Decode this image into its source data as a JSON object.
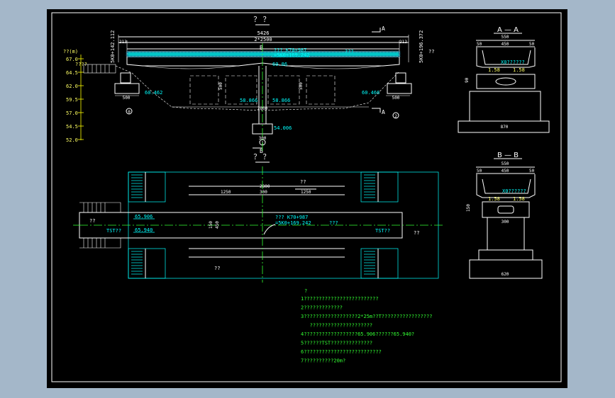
{
  "elevation": {
    "title": "？ ？",
    "total_length": "5426",
    "span_text": "2*2500",
    "left_end": "213",
    "right_end": "212",
    "left_station": "5K0+142.112",
    "right_station": "5K0+196.372",
    "right_label": "??",
    "scale_label": "??(m)",
    "scale_ticks": [
      "67.0",
      "64.5",
      "62.0",
      "59.5",
      "57.0",
      "54.5",
      "52.0"
    ],
    "section_a_top": "A",
    "section_a_bottom": "A",
    "section_b_top": "B",
    "section_b_bottom": "B",
    "road_label": "??? K70+987",
    "road_station": "=5K0+169.242",
    "deck_note": "???",
    "deck_sub": "60.86",
    "left_pier_height": "500",
    "right_pier_height": "500",
    "left_footing": "500",
    "right_footing": "500",
    "center_footing": "300",
    "center_width": "2800",
    "left_pier_elev": "58.866",
    "right_pier_elev": "58.866",
    "left_abut_elev": "60.462",
    "right_abut_elev": "60.466",
    "center_found_elev": "54.006",
    "label_left_num": "0",
    "label_right_num": "2",
    "label_center_num": "1",
    "left_marker": "????"
  },
  "plan": {
    "title": "？ ？",
    "left_width": "1250",
    "center_width": "2800",
    "center_sub": "300",
    "right_width": "1250",
    "elev_left_top": "65.906",
    "elev_left_bot": "65.940",
    "tst_left": "TST??",
    "tst_right": "TST??",
    "road_label": "??? K70+987",
    "road_station": "=5K0+169.242",
    "road_note": "???",
    "question_top": "??",
    "question_bottom": "??",
    "right_label": "??",
    "left_label": "??",
    "dim_v1": "150",
    "dim_v2": "450"
  },
  "section_aa": {
    "title": "A — A",
    "total": "550",
    "inner": "450",
    "left_edge": "50",
    "right_edge": "50",
    "slope_label": "X0??????",
    "left_slope": "1.58",
    "right_slope": "1.58",
    "height": "90",
    "base": "870"
  },
  "section_bb": {
    "title": "B — B",
    "total": "550",
    "inner": "450",
    "left_edge": "50",
    "right_edge": "50",
    "slope_label": "X0??????",
    "left_slope": "1.58",
    "right_slope": "1.58",
    "height": "150",
    "column": "300",
    "base": "620"
  },
  "notes": {
    "heading": "?",
    "lines": [
      "1?????????????????????????",
      "2?????????????",
      "3??????????????????2*25m??T?????????????????",
      "   ?????????????????????",
      "4??????????????????65.906??????65.940?",
      "5??????TST??????????????",
      "6??????????????????????????",
      "7??????????20m?"
    ]
  }
}
